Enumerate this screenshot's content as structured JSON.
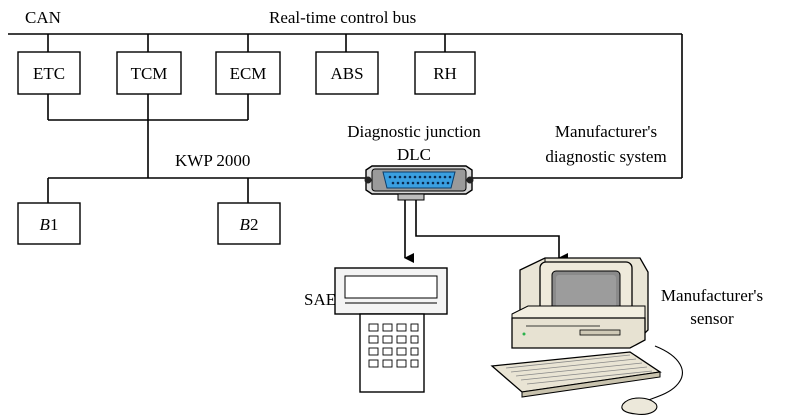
{
  "bus": {
    "can_label": "CAN",
    "realtime_label": "Real-time control bus",
    "kwp_label": "KWP 2000"
  },
  "modules": {
    "etc": "ETC",
    "tcm": "TCM",
    "ecm": "ECM",
    "abs": "ABS",
    "rh": "RH",
    "b1": {
      "italic": "B",
      "num": "1"
    },
    "b2": {
      "italic": "B",
      "num": "2"
    }
  },
  "connector": {
    "line1": "Diagnostic junction",
    "line2": "DLC"
  },
  "manufacturer_system": {
    "line1": "Manufacturer's",
    "line2": "diagnostic system"
  },
  "devices": {
    "sae_label": "SAE",
    "sensor_line1": "Manufacturer's",
    "sensor_line2": "sensor"
  }
}
